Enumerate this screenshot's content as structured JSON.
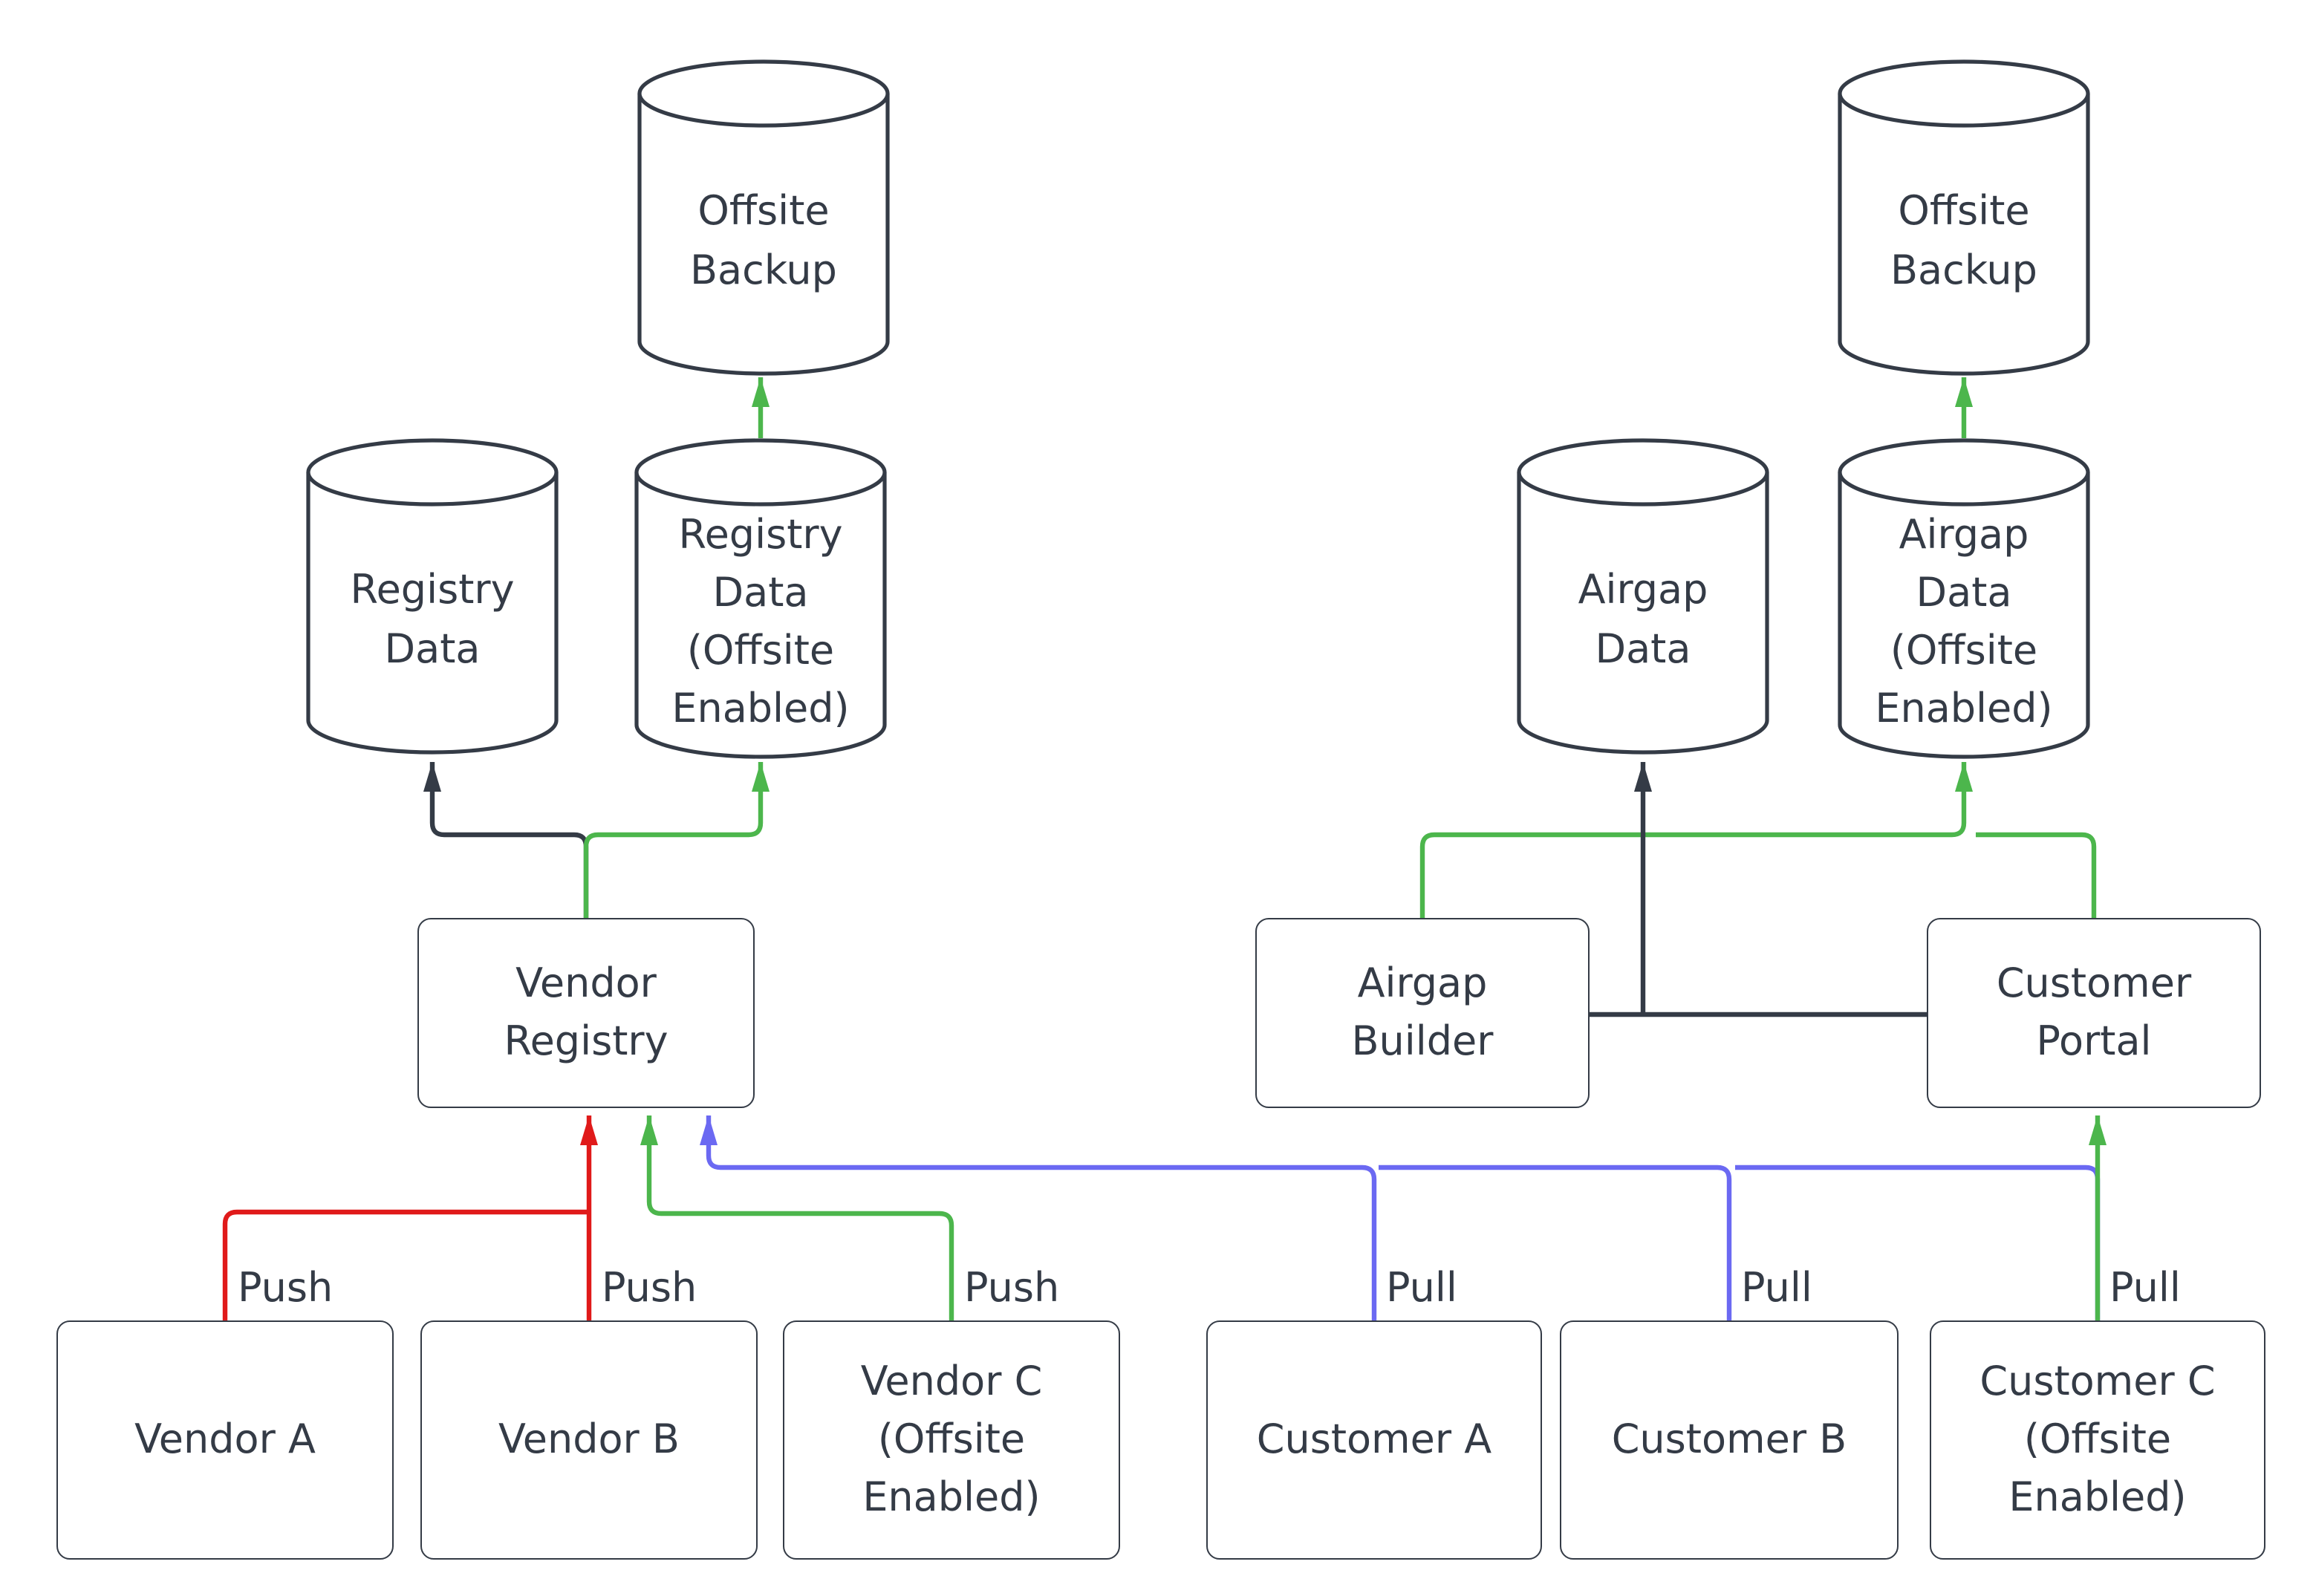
{
  "diagram": {
    "nodes": {
      "offsite_backup_left": {
        "label": "Offsite\nBackup",
        "shape": "cylinder"
      },
      "offsite_backup_right": {
        "label": "Offsite\nBackup",
        "shape": "cylinder"
      },
      "registry_data": {
        "label": "Registry\nData",
        "shape": "cylinder"
      },
      "registry_data_offsite": {
        "label": "Registry\nData\n(Offsite\nEnabled)",
        "shape": "cylinder"
      },
      "airgap_data": {
        "label": "Airgap\nData",
        "shape": "cylinder"
      },
      "airgap_data_offsite": {
        "label": "Airgap\nData\n(Offsite\nEnabled)",
        "shape": "cylinder"
      },
      "vendor_registry": {
        "label": "Vendor\nRegistry",
        "shape": "rect"
      },
      "airgap_builder": {
        "label": "Airgap\nBuilder",
        "shape": "rect"
      },
      "customer_portal": {
        "label": "Customer\nPortal",
        "shape": "rect"
      },
      "vendor_a": {
        "label": "Vendor A",
        "shape": "rect"
      },
      "vendor_b": {
        "label": "Vendor B",
        "shape": "rect"
      },
      "vendor_c": {
        "label": "Vendor C\n(Offsite\nEnabled)",
        "shape": "rect"
      },
      "customer_a": {
        "label": "Customer A",
        "shape": "rect"
      },
      "customer_b": {
        "label": "Customer B",
        "shape": "rect"
      },
      "customer_c": {
        "label": "Customer C\n(Offsite\nEnabled)",
        "shape": "rect"
      }
    },
    "edge_labels": {
      "push_vendor_a": "Push",
      "push_vendor_b": "Push",
      "push_vendor_c": "Push",
      "pull_customer_a": "Pull",
      "pull_customer_b": "Pull",
      "pull_customer_c": "Pull"
    },
    "edges": [
      {
        "from": "vendor_a",
        "to": "vendor_registry",
        "label": "Push",
        "color": "red"
      },
      {
        "from": "vendor_b",
        "to": "vendor_registry",
        "label": "Push",
        "color": "red"
      },
      {
        "from": "vendor_c",
        "to": "vendor_registry",
        "label": "Push",
        "color": "green"
      },
      {
        "from": "customer_a",
        "to": "vendor_registry",
        "label": "Pull",
        "color": "blue"
      },
      {
        "from": "customer_b",
        "to": "vendor_registry",
        "label": "Pull",
        "color": "blue"
      },
      {
        "from": "customer_c",
        "to": "customer_portal",
        "label": "Pull",
        "color": "green"
      },
      {
        "from": "vendor_registry",
        "to": "registry_data",
        "label": "",
        "color": "dark"
      },
      {
        "from": "vendor_registry",
        "to": "registry_data_offsite",
        "label": "",
        "color": "green"
      },
      {
        "from": "registry_data_offsite",
        "to": "offsite_backup_left",
        "label": "",
        "color": "green"
      },
      {
        "from": "airgap_builder",
        "to": "airgap_data",
        "label": "",
        "color": "dark"
      },
      {
        "from": "customer_portal",
        "to": "airgap_data",
        "label": "",
        "color": "dark"
      },
      {
        "from": "airgap_builder",
        "to": "airgap_data_offsite",
        "label": "",
        "color": "green"
      },
      {
        "from": "customer_portal",
        "to": "airgap_data_offsite",
        "label": "",
        "color": "green"
      },
      {
        "from": "airgap_data_offsite",
        "to": "offsite_backup_right",
        "label": "",
        "color": "green"
      }
    ]
  },
  "colors": {
    "stroke_dark": "#343B46",
    "text": "#343B46",
    "edge_red": "#E01A1A",
    "edge_green": "#4CB64C",
    "edge_blue": "#6B69F2",
    "background": "#FFFFFF"
  }
}
